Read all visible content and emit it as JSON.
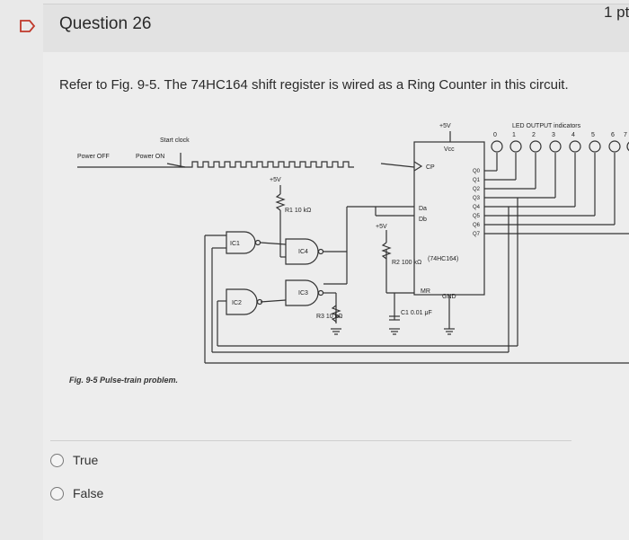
{
  "question": {
    "title": "Question 26",
    "points": "1 pt",
    "prompt": "Refer to Fig. 9-5. The 74HC164 shift register is wired as a Ring Counter in this circuit."
  },
  "figure": {
    "caption": "Fig. 9-5 Pulse-train problem.",
    "labels": {
      "power_off": "Power OFF",
      "power_on": "Power ON",
      "start_clock": "Start clock",
      "vcc_top": "+5V",
      "vcc_mid": "+5V",
      "vcc_right": "+5V",
      "r1": "R1 10 kΩ",
      "r2": "R2 100 kΩ",
      "r3": "R3 10 kΩ",
      "c1": "C1 0.01 μF",
      "ic1": "IC1",
      "ic2": "IC2",
      "ic3": "IC3",
      "ic4": "IC4",
      "chip": "(74HC164)",
      "cp": "CP",
      "mr": "MR",
      "gnd": "GND",
      "da": "Da",
      "db": "Db",
      "vcc_pin": "Vcc",
      "led_title": "LED OUTPUT indicators",
      "led_numbers": [
        "0",
        "1",
        "2",
        "3",
        "4",
        "5",
        "6",
        "7"
      ],
      "outputs": [
        "Q0",
        "Q1",
        "Q2",
        "Q3",
        "Q4",
        "Q5",
        "Q6",
        "Q7"
      ]
    }
  },
  "answers": [
    {
      "label": "True"
    },
    {
      "label": "False"
    }
  ]
}
